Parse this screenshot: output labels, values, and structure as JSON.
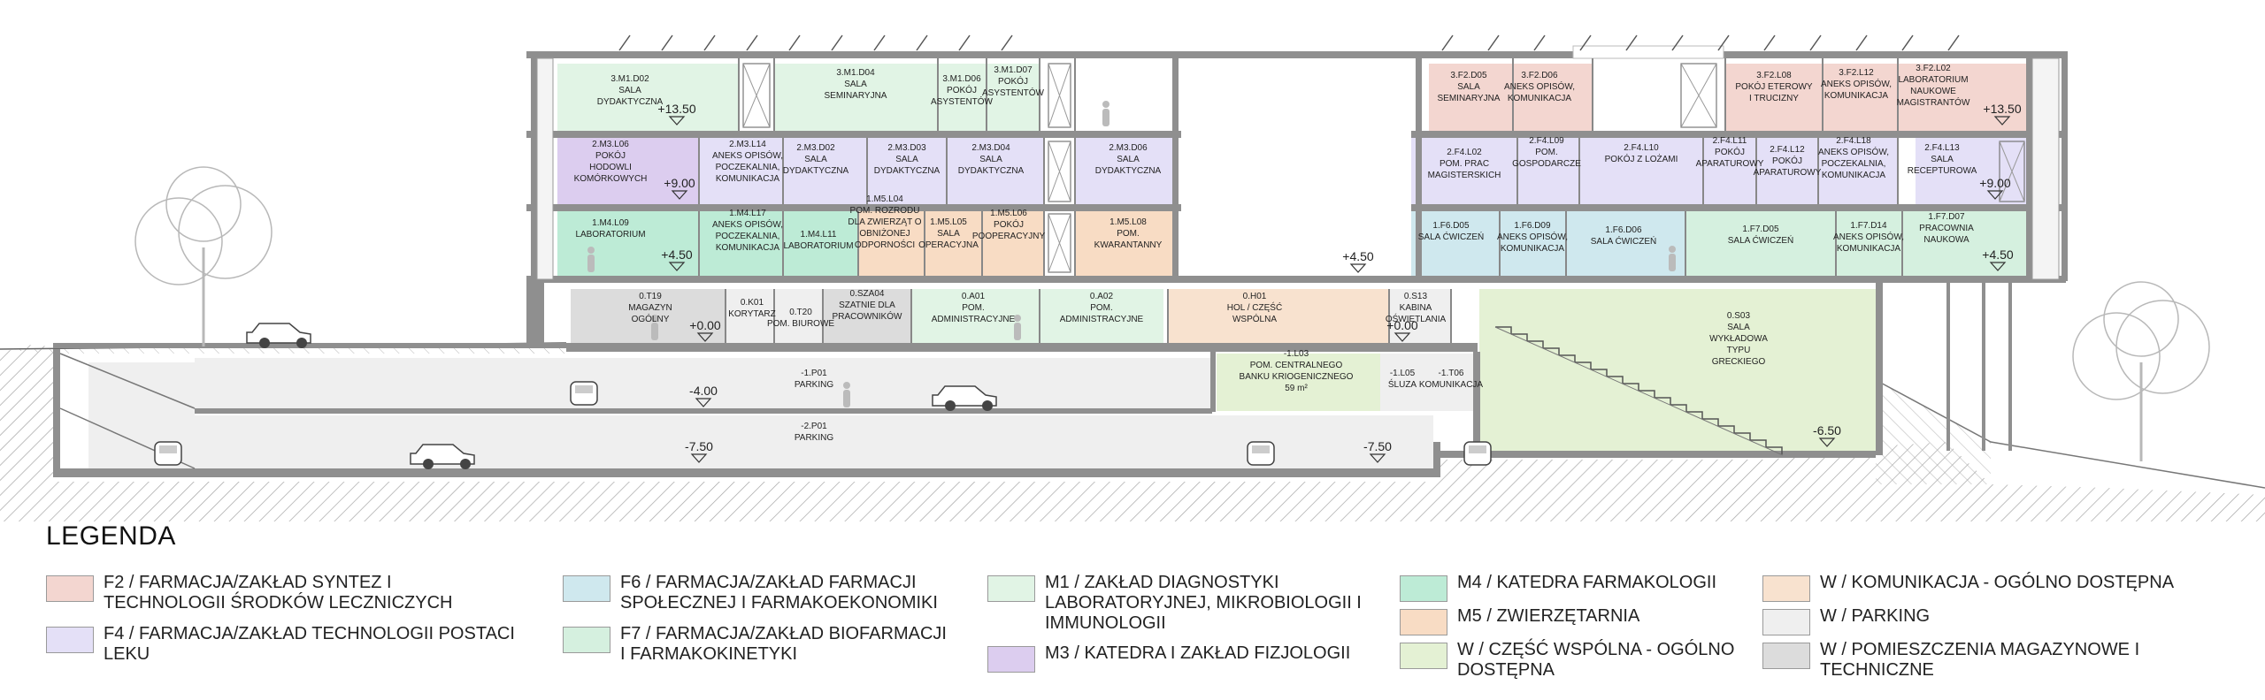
{
  "colors": {
    "F2": "#f3d6d0",
    "F4": "#e4e0f7",
    "F6": "#cfe8ee",
    "F7": "#d5f0df",
    "M1": "#e1f4e5",
    "M3": "#dccdef",
    "M4": "#bdebd6",
    "M5": "#f8dcc4",
    "W_kom": "#f8e2cf",
    "W_park": "#efefef",
    "W_cz": "#e4f1d4",
    "W_mag": "#dcdcdc",
    "concrete": "#8f8f8f",
    "ground_hatch": "#9a9a9a",
    "tree": "#b8b8b8"
  },
  "section": {
    "rooms": [
      {
        "id": "r-3m1d02",
        "lines": [
          "3.M1.D02",
          "SALA",
          "DYDAKTYCZNA"
        ],
        "color": "M1"
      },
      {
        "id": "r-3m1d04",
        "lines": [
          "3.M1.D04",
          "SALA",
          "SEMINARYJNA"
        ],
        "color": "M1"
      },
      {
        "id": "r-3m1d06",
        "lines": [
          "3.M1.D06",
          "POKÓJ",
          "ASYSTENTÓW"
        ],
        "color": "M1"
      },
      {
        "id": "r-3m1d07",
        "lines": [
          "3.M1.D07",
          "POKÓJ",
          "ASYSTENTÓW"
        ],
        "color": "M1"
      },
      {
        "id": "r-3f2d05",
        "lines": [
          "3.F2.D05",
          "SALA",
          "SEMINARYJNA"
        ],
        "color": "F2"
      },
      {
        "id": "r-3f2d06",
        "lines": [
          "3.F2.D06",
          "ANEKS OPISÓW,",
          "KOMUNIKACJA"
        ],
        "color": "F2"
      },
      {
        "id": "r-3f2l08",
        "lines": [
          "3.F2.L08",
          "POKÓJ ETEROWY",
          "I TRUCIZNY"
        ],
        "color": "F2"
      },
      {
        "id": "r-3f2l12",
        "lines": [
          "3.F2.L12",
          "ANEKS OPISÓW,",
          "KOMUNIKACJA"
        ],
        "color": "F2"
      },
      {
        "id": "r-3f2l02",
        "lines": [
          "3.F2.L02",
          "LABORATORIUM",
          "NAUKOWE",
          "MAGISTRANTÓW"
        ],
        "color": "F2"
      },
      {
        "id": "r-2m3l06",
        "lines": [
          "2.M3.L06",
          "POKÓJ",
          "HODOWLI",
          "KOMÓRKOWYCH"
        ],
        "color": "M3"
      },
      {
        "id": "r-2m3l14",
        "lines": [
          "2.M3.L14",
          "ANEKS OPISÓW,",
          "POCZEKALNIA,",
          "KOMUNIKACJA"
        ],
        "color": "F4"
      },
      {
        "id": "r-2m3d02",
        "lines": [
          "2.M3.D02",
          "SALA",
          "DYDAKTYCZNA"
        ],
        "color": "F4"
      },
      {
        "id": "r-2m3d03",
        "lines": [
          "2.M3.D03",
          "SALA",
          "DYDAKTYCZNA"
        ],
        "color": "F4"
      },
      {
        "id": "r-2m3d04",
        "lines": [
          "2.M3.D04",
          "SALA",
          "DYDAKTYCZNA"
        ],
        "color": "F4"
      },
      {
        "id": "r-2m3d06",
        "lines": [
          "2.M3.D06",
          "SALA",
          "DYDAKTYCZNA"
        ],
        "color": "F4"
      },
      {
        "id": "r-2f4l02",
        "lines": [
          "2.F4.L02",
          "POM. PRAC",
          "MAGISTERSKICH"
        ],
        "color": "F4"
      },
      {
        "id": "r-2f4l09",
        "lines": [
          "2.F4.L09",
          "POM.",
          "GOSPODARCZE"
        ],
        "color": "F4"
      },
      {
        "id": "r-2f4l10",
        "lines": [
          "2.F4.L10",
          "POKÓJ Z LOŻAMI"
        ],
        "color": "F4"
      },
      {
        "id": "r-2f4l11",
        "lines": [
          "2.F4.L11",
          "POKÓJ",
          "APARATUROWY"
        ],
        "color": "F4"
      },
      {
        "id": "r-2f4l12",
        "lines": [
          "2.F4.L12",
          "POKÓJ",
          "APARATUROWY"
        ],
        "color": "F4"
      },
      {
        "id": "r-2f4l18",
        "lines": [
          "2.F4.L18",
          "ANEKS OPISÓW,",
          "POCZEKALNIA,",
          "KOMUNIKACJA"
        ],
        "color": "F4"
      },
      {
        "id": "r-2f4l13",
        "lines": [
          "2.F4.L13",
          "SALA",
          "RECEPTUROWA"
        ],
        "color": "F4"
      },
      {
        "id": "r-1m4l09",
        "lines": [
          "1.M4.L09",
          "LABORATORIUM"
        ],
        "color": "M4"
      },
      {
        "id": "r-1m4l17",
        "lines": [
          "1.M4.L17",
          "ANEKS OPISÓW,",
          "POCZEKALNIA,",
          "KOMUNIKACJA"
        ],
        "color": "M4"
      },
      {
        "id": "r-1m4l11",
        "lines": [
          "1.M4.L11",
          "LABORATORIUM"
        ],
        "color": "M4"
      },
      {
        "id": "r-1m5l04",
        "lines": [
          "1.M5.L04",
          "POM. ROZRODU",
          "DLA ZWIERZĄT O",
          "OBNIŻONEJ",
          "ODPORNOŚCI"
        ],
        "color": "M5"
      },
      {
        "id": "r-1m5l05",
        "lines": [
          "1.M5.L05",
          "SALA",
          "OPERACYJNA"
        ],
        "color": "M5"
      },
      {
        "id": "r-1m5l06",
        "lines": [
          "1.M5.L06",
          "POKÓJ",
          "POOPERACYJNY"
        ],
        "color": "M5"
      },
      {
        "id": "r-1m5l08",
        "lines": [
          "1.M5.L08",
          "POM.",
          "KWARANTANNY"
        ],
        "color": "M5"
      },
      {
        "id": "r-1f6d05",
        "lines": [
          "1.F6.D05",
          "SALA ĆWICZEŃ"
        ],
        "color": "F6"
      },
      {
        "id": "r-1f6d09",
        "lines": [
          "1.F6.D09",
          "ANEKS OPISÓW,",
          "KOMUNIKACJA"
        ],
        "color": "F6"
      },
      {
        "id": "r-1f6d06",
        "lines": [
          "1.F6.D06",
          "SALA ĆWICZEŃ"
        ],
        "color": "F6"
      },
      {
        "id": "r-1f7d05",
        "lines": [
          "1.F7.D05",
          "SALA ĆWICZEŃ"
        ],
        "color": "F7"
      },
      {
        "id": "r-1f7d14",
        "lines": [
          "1.F7.D14",
          "ANEKS OPISÓW,",
          "KOMUNIKACJA"
        ],
        "color": "F7"
      },
      {
        "id": "r-1f7d07",
        "lines": [
          "1.F7.D07",
          "PRACOWNIA",
          "NAUKOWA"
        ],
        "color": "F7"
      },
      {
        "id": "r-0t19",
        "lines": [
          "0.T19",
          "MAGAZYN",
          "OGÓLNY"
        ],
        "color": "W_mag"
      },
      {
        "id": "r-0k01",
        "lines": [
          "0.K01",
          "KORYTARZ"
        ],
        "color": "W_park"
      },
      {
        "id": "r-0t20",
        "lines": [
          "0.T20",
          "POM. BIUROWE"
        ],
        "color": "W_park"
      },
      {
        "id": "r-0sza04",
        "lines": [
          "0.SZA04",
          "SZATNIE DLA",
          "PRACOWNIKÓW"
        ],
        "color": "W_mag"
      },
      {
        "id": "r-0a01",
        "lines": [
          "0.A01",
          "POM.",
          "ADMINISTRACYJNE"
        ],
        "color": "M1"
      },
      {
        "id": "r-0a02",
        "lines": [
          "0.A02",
          "POM.",
          "ADMINISTRACYJNE"
        ],
        "color": "M1"
      },
      {
        "id": "r-0h01",
        "lines": [
          "0.H01",
          "HOL / CZĘŚĆ",
          "WSPÓLNA"
        ],
        "color": "W_kom"
      },
      {
        "id": "r-0s13",
        "lines": [
          "0.S13",
          "KABINA",
          "OŚWIETLANIA"
        ],
        "color": "W_park"
      },
      {
        "id": "r-0s03",
        "lines": [
          "0.S03",
          "SALA",
          "WYKŁADOWA",
          "TYPU",
          "GRECKIEGO"
        ],
        "color": "W_cz"
      },
      {
        "id": "r-1p01",
        "lines": [
          "-1.P01",
          "PARKING"
        ],
        "color": "W_park"
      },
      {
        "id": "r-1l03",
        "lines": [
          "-1.L03",
          "POM. CENTRALNEGO",
          "BANKU KRIOGENICZNEGO",
          "59 m²"
        ],
        "color": "W_cz"
      },
      {
        "id": "r-1l05",
        "lines": [
          "-1.L05",
          "ŚLUZA"
        ],
        "color": "W_park"
      },
      {
        "id": "r-1t06",
        "lines": [
          "-1.T06",
          "KOMUNIKACJA"
        ],
        "color": "W_park"
      },
      {
        "id": "r-2p01",
        "lines": [
          "-2.P01",
          "PARKING"
        ],
        "color": "W_park"
      }
    ],
    "levels": [
      {
        "id": "lv-1350a",
        "text": "+13.50"
      },
      {
        "id": "lv-1350b",
        "text": "+13.50"
      },
      {
        "id": "lv-900a",
        "text": "+9.00"
      },
      {
        "id": "lv-900b",
        "text": "+9.00"
      },
      {
        "id": "lv-450a",
        "text": "+4.50"
      },
      {
        "id": "lv-450b",
        "text": "+4.50"
      },
      {
        "id": "lv-450c",
        "text": "+4.50"
      },
      {
        "id": "lv-000a",
        "text": "+0.00"
      },
      {
        "id": "lv-000b",
        "text": "+0.00"
      },
      {
        "id": "lv-400",
        "text": "-4.00"
      },
      {
        "id": "lv-750a",
        "text": "-7.50"
      },
      {
        "id": "lv-750b",
        "text": "-7.50"
      },
      {
        "id": "lv-650",
        "text": "-6.50"
      }
    ]
  },
  "legend": {
    "title": "LEGENDA",
    "items": [
      {
        "color": "F2",
        "label": "F2 / FARMACJA/ZAKŁAD SYNTEZ I TECHNOLOGII ŚRODKÓW LECZNICZYCH"
      },
      {
        "color": "F4",
        "label": "F4 / FARMACJA/ZAKŁAD TECHNOLOGII POSTACI LEKU"
      },
      {
        "color": "F6",
        "label": "F6 / FARMACJA/ZAKŁAD FARMACJI SPOŁECZNEJ I FARMAKOEKONOMIKI"
      },
      {
        "color": "F7",
        "label": "F7 / FARMACJA/ZAKŁAD BIOFARMACJI I FARMAKOKINETYKI"
      },
      {
        "color": "M1",
        "label": "M1 / ZAKŁAD DIAGNOSTYKI LABORATORYJNEJ, MIKROBIOLOGII I IMMUNOLOGII"
      },
      {
        "color": "M3",
        "label": "M3 / KATEDRA I ZAKŁAD FIZJOLOGII"
      },
      {
        "color": "M4",
        "label": "M4 / KATEDRA FARMAKOLOGII"
      },
      {
        "color": "M5",
        "label": "M5 / ZWIERZĘTARNIA"
      },
      {
        "color": "W_cz",
        "label": "W / CZĘŚĆ WSPÓLNA - OGÓLNO DOSTĘPNA"
      },
      {
        "color": "W_kom",
        "label": "W / KOMUNIKACJA - OGÓLNO DOSTĘPNA"
      },
      {
        "color": "W_park",
        "label": "W / PARKING"
      },
      {
        "color": "W_mag",
        "label": "W / POMIESZCZENIA MAGAZYNOWE I TECHNICZNE"
      }
    ]
  }
}
